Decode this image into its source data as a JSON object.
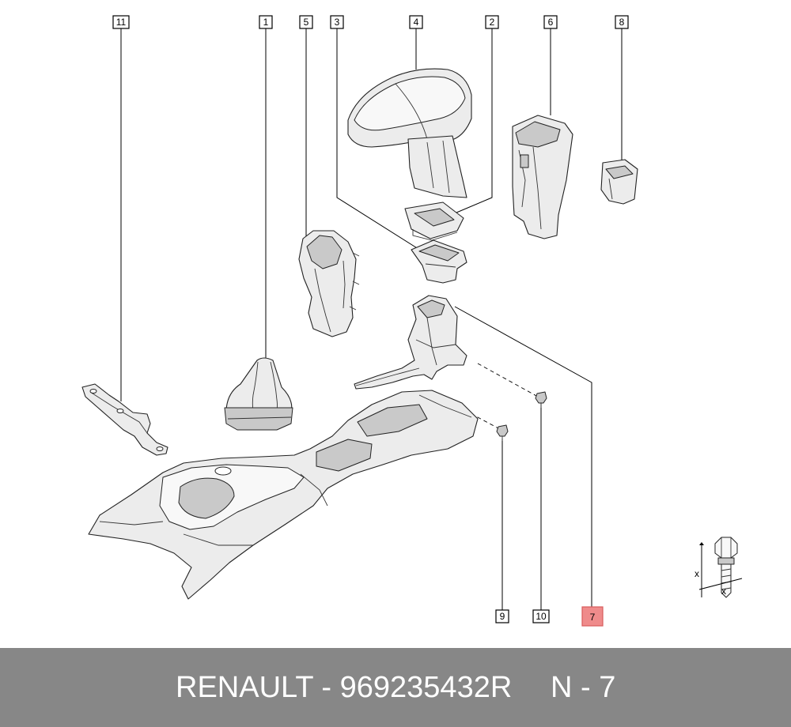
{
  "callouts": [
    {
      "id": "11",
      "label": "11"
    },
    {
      "id": "1",
      "label": "1"
    },
    {
      "id": "5",
      "label": "5"
    },
    {
      "id": "3",
      "label": "3"
    },
    {
      "id": "4",
      "label": "4"
    },
    {
      "id": "2",
      "label": "2"
    },
    {
      "id": "6",
      "label": "6"
    },
    {
      "id": "8",
      "label": "8"
    },
    {
      "id": "9",
      "label": "9"
    },
    {
      "id": "10",
      "label": "10"
    },
    {
      "id": "7",
      "label": "7",
      "highlighted": true
    }
  ],
  "fastener_symbol": {
    "x1": "x",
    "x2": "x"
  },
  "footer": {
    "brand_part": "RENAULT - 969235432R",
    "page": "N - 7"
  },
  "colors": {
    "footer_bg": "#878787",
    "highlight": "#ef8b8b"
  }
}
